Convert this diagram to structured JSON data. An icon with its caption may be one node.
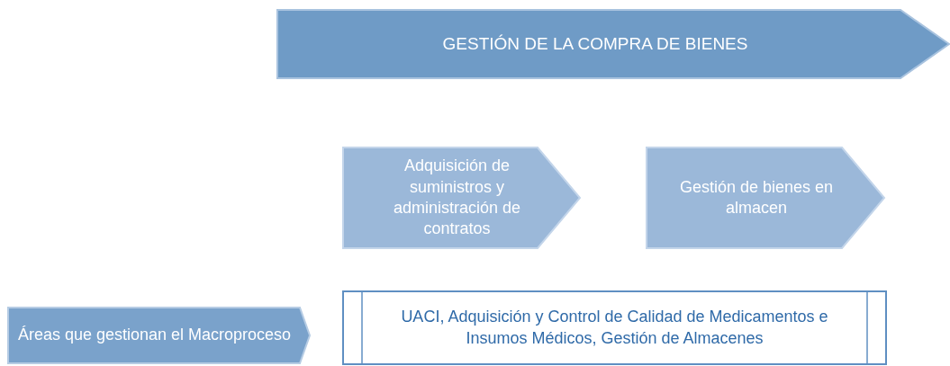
{
  "diagram": {
    "nodes": [
      {
        "text": [
          "GESTIÓN DE LA COMPRA DE BIENES"
        ]
      },
      {
        "text": [
          "Adquisición de suministros y administración de contratos"
        ]
      },
      {
        "text": [
          "Gestión de bienes en almacen"
        ]
      },
      {
        "text": [
          "Áreas que gestionan el Macroproceso"
        ]
      },
      {
        "text": [
          "UACI, Adquisición y Control de Calidad de Medicamentos e Insumos Médicos, Gestión de Almacenes"
        ]
      }
    ]
  }
}
